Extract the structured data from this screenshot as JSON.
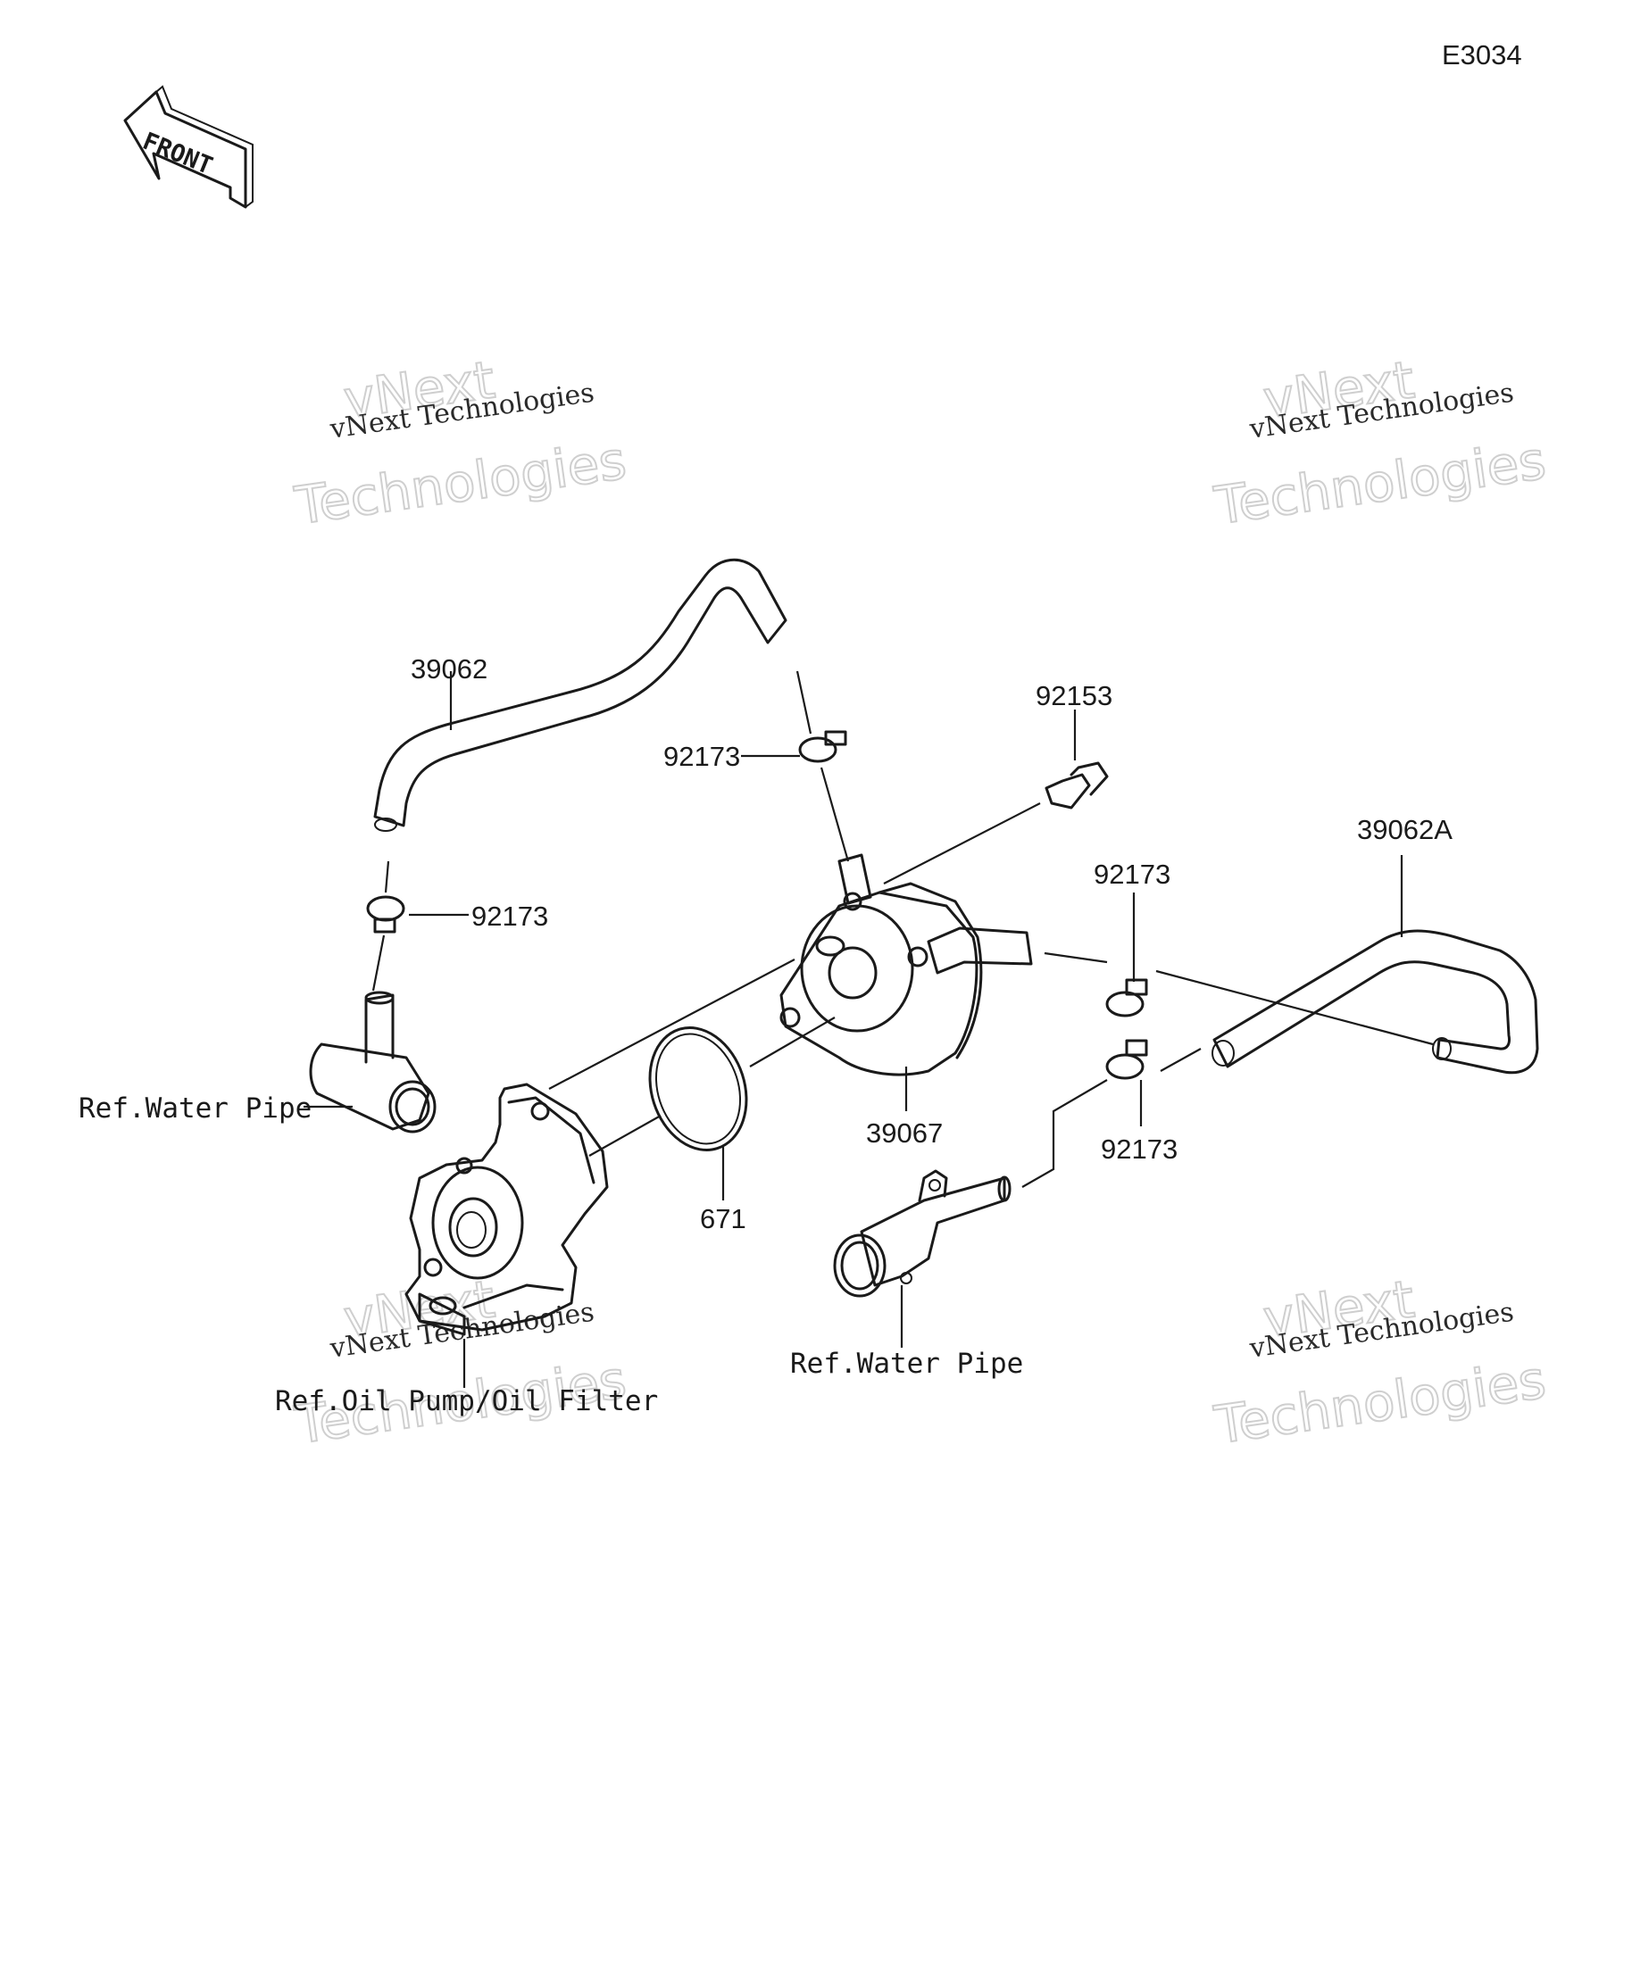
{
  "diagram_code": "E3034",
  "front_label": "FRONT",
  "watermark": {
    "line1": "vNext Technologies",
    "line2": "vNext",
    "line3": "Technologies"
  },
  "callouts": {
    "hose_upper": "39062",
    "clamp_upper": "92173",
    "bolt": "92153",
    "hose_right": "39062A",
    "clamp_left": "92173",
    "clamp_right_top": "92173",
    "clamp_right_bottom": "92173",
    "oil_cooler": "39067",
    "o_ring": "671"
  },
  "references": {
    "water_pipe_left": "Ref.Water Pipe",
    "water_pipe_bottom": "Ref.Water Pipe",
    "oil_pump": "Ref.Oil Pump/Oil Filter"
  }
}
